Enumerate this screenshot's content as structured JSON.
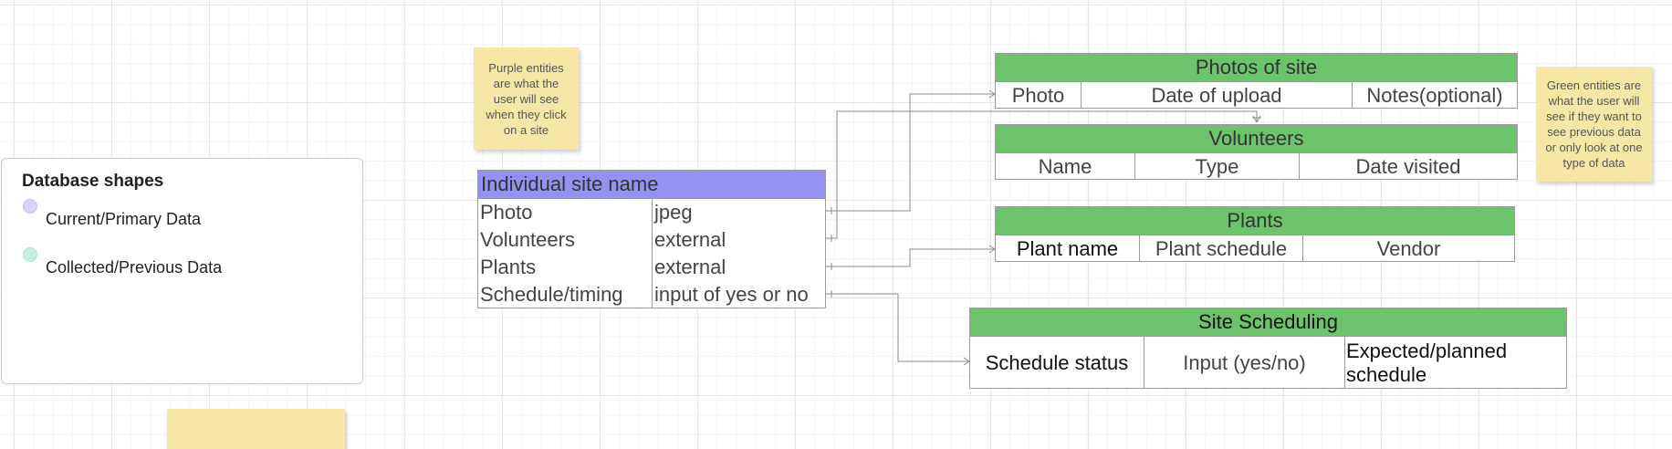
{
  "notes": {
    "purple": "Purple entities are what the user will see when they click on a site",
    "green": "Green entities are what the user will see if they want to see previous data or only look at one type of data",
    "blank": ""
  },
  "legend": {
    "title": "Database shapes",
    "items": [
      {
        "label": "Current/Primary Data",
        "color": "#d9d3f6"
      },
      {
        "label": "Collected/Previous Data",
        "color": "#c7eee3"
      }
    ]
  },
  "site": {
    "title": "Individual site name",
    "header_color": "#9591f3",
    "rows": [
      {
        "field": "Photo",
        "type": "jpeg"
      },
      {
        "field": "Volunteers",
        "type": "external"
      },
      {
        "field": "Plants",
        "type": "external"
      },
      {
        "field": "Schedule/timing",
        "type": "input of yes or no"
      }
    ]
  },
  "tables": {
    "photos": {
      "title": "Photos of site",
      "cols": [
        "Photo",
        "Date of upload",
        "Notes(optional)"
      ]
    },
    "volunteers": {
      "title": "Volunteers",
      "cols": [
        "Name",
        "Type",
        "Date visited"
      ]
    },
    "plants": {
      "title": "Plants",
      "cols": [
        "Plant name",
        "Plant schedule",
        "Vendor"
      ]
    },
    "scheduling": {
      "title": "Site Scheduling",
      "cols": [
        "Schedule status",
        "Input (yes/no)",
        "Expected/planned schedule"
      ]
    }
  },
  "colors": {
    "green_header": "#6cc36b",
    "sticky": "#f7e7a6",
    "connector": "#8a8a8a"
  }
}
